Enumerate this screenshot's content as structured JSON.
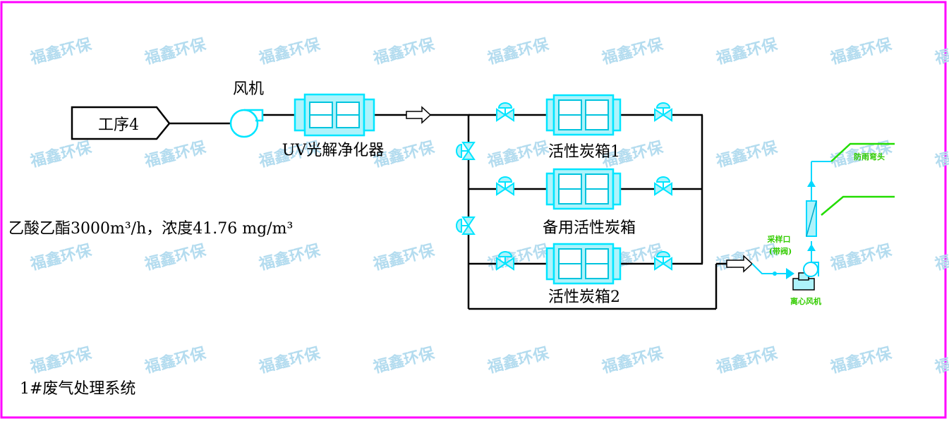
{
  "title": "1#废气处理系统",
  "flow_note": "乙酸乙酯3000m³/h，浓度41.76 mg/m³",
  "source_label": "工序4",
  "fan_label": "风机",
  "uv_label": "UV光解净化器",
  "carbon_box_1": "活性炭箱1",
  "carbon_box_spare": "备用活性炭箱",
  "carbon_box_2": "活性炭箱2",
  "sampling_port": "采样口",
  "sampling_port_note": "(带阀)",
  "centrifugal_fan": "离心风机",
  "rain_elbow": "防雨弯头",
  "watermark": "福鑫环保",
  "colors": {
    "frame": "#ff00ff",
    "equipment": "#00e5ff",
    "equipment_fill": "#aef3fb",
    "pipe": "#000000",
    "stack": "#22dd00",
    "watermark": "#b4dcef"
  }
}
